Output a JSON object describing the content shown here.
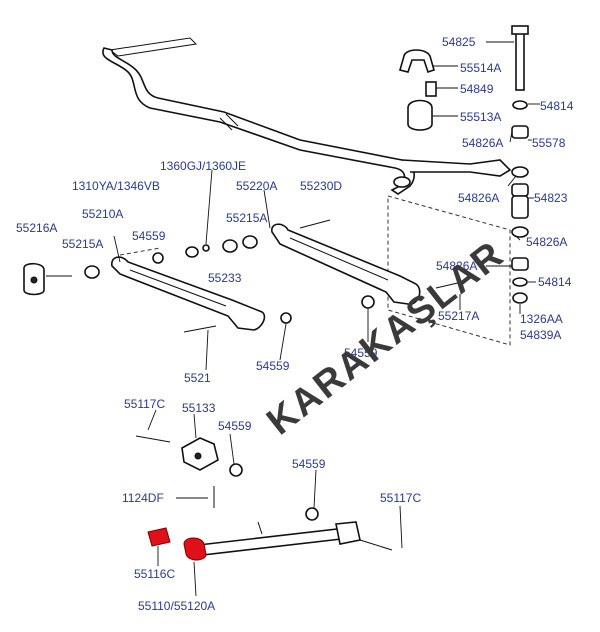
{
  "labels": {
    "p54825": "54825",
    "p55514a": "55514A",
    "p54849": "54849",
    "p54814a": "54814",
    "p55513a": "55513A",
    "p54826a_1": "54826A",
    "p55578": "55578",
    "p1360gj": "1360GJ/1360JE",
    "p55220a": "55220A",
    "p55230d": "55230D",
    "p1310ya": "1310YA/1346VB",
    "p54826a_2": "54826A",
    "p54823": "54823",
    "p55216a": "55216A",
    "p55210a": "55210A",
    "p55215a_1": "55215A",
    "p55215a_2": "55215A",
    "p54559_1": "54559",
    "p55233": "55233",
    "p54826a_3": "54826A",
    "p54826a_4": "54826A",
    "p54814b": "54814",
    "p55217a": "55217A",
    "p1326aa": "1326AA",
    "p54839a": "54839A",
    "p54559_2": "54559",
    "p5521x": "5521",
    "p54559_3": "54559",
    "p55117c_1": "55117C",
    "p55133": "55133",
    "p54559_4": "54559",
    "p54559_5": "54559",
    "p1124df": "1124DF",
    "p55117c_2": "55117C",
    "p55116c": "55116C",
    "p55110": "55110/55120A"
  },
  "watermark": "KARAKAŞLAR",
  "colors": {
    "label": "#2a3a8c",
    "highlight": "#e0101a"
  }
}
